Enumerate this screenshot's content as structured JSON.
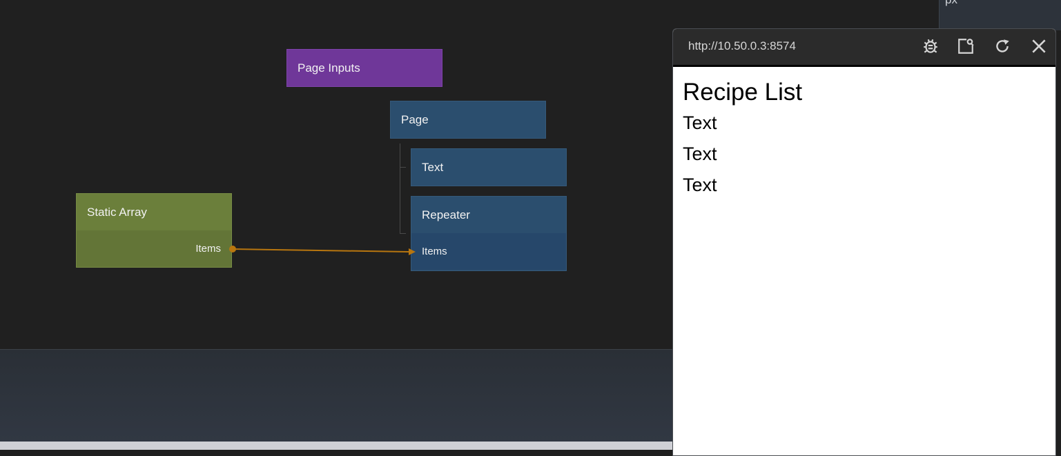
{
  "graph": {
    "nodes": {
      "page_inputs": {
        "title": "Page Inputs"
      },
      "page": {
        "title": "Page"
      },
      "text": {
        "title": "Text"
      },
      "repeater": {
        "title": "Repeater",
        "input_port": "Items"
      },
      "static_array": {
        "title": "Static Array",
        "output_port": "Items"
      }
    },
    "connection": {
      "from": "static_array.Items",
      "to": "repeater.Items",
      "color": "#b8760f"
    },
    "colors": {
      "visual_node": "#2b4e6e",
      "component_inputs": "#6f3799",
      "data_node": "#6b7f3b"
    }
  },
  "right_panel": {
    "label": "px"
  },
  "preview": {
    "url": "http://10.50.0.3:8574",
    "toolbar_icons": [
      "bug-icon",
      "open-external-icon",
      "refresh-icon",
      "close-icon"
    ],
    "content": {
      "title": "Recipe List",
      "items": [
        "Text",
        "Text",
        "Text"
      ]
    }
  }
}
